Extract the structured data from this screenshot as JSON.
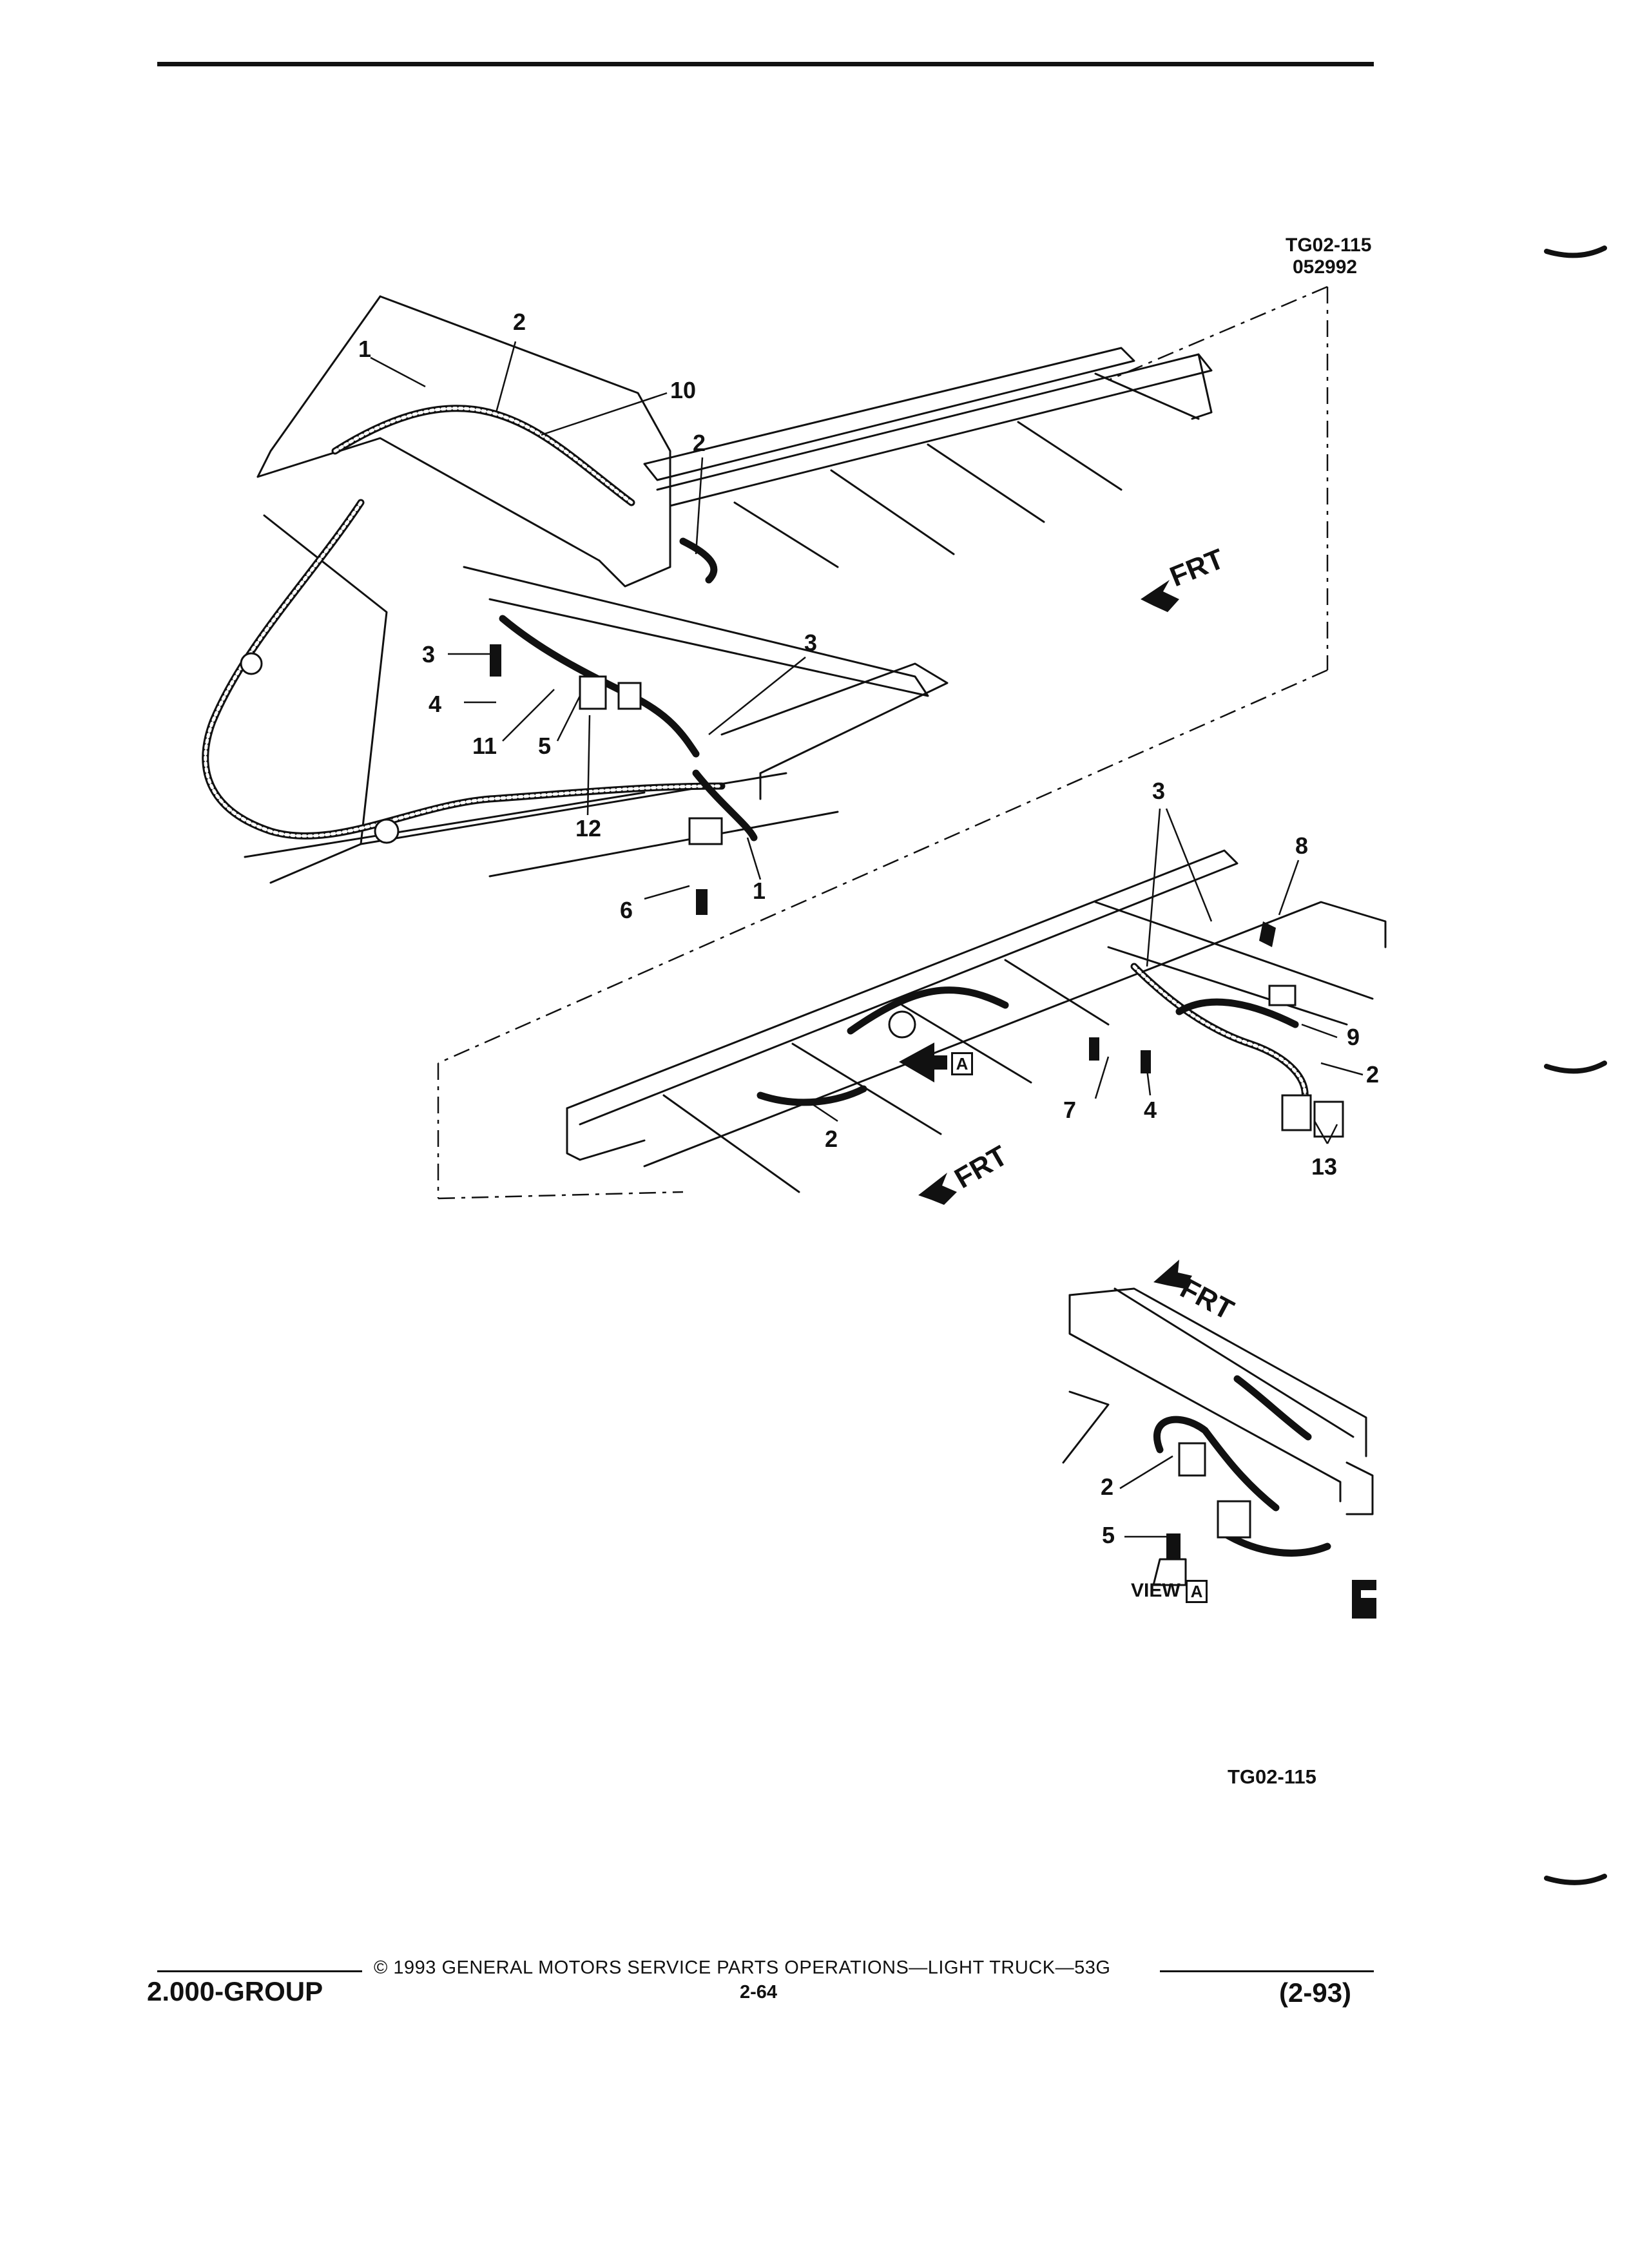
{
  "figure": {
    "code_top": "TG02-115",
    "date_code": "052992",
    "code_bottom": "TG02-115",
    "front_marker": "FRT",
    "view_ref": "A",
    "view_label": "VIEW"
  },
  "callouts": {
    "upper": [
      "1",
      "2",
      "10",
      "2",
      "3",
      "4",
      "11",
      "5",
      "12",
      "3",
      "6",
      "1"
    ],
    "lower": [
      "3",
      "8",
      "9",
      "2",
      "7",
      "4",
      "13",
      "2"
    ],
    "view": [
      "2",
      "5"
    ]
  },
  "footer": {
    "group": "2.000-GROUP",
    "copyright": "© 1993 GENERAL MOTORS SERVICE PARTS OPERATIONS—LIGHT TRUCK—53G",
    "page": "2-64",
    "revision": "(2-93)"
  }
}
